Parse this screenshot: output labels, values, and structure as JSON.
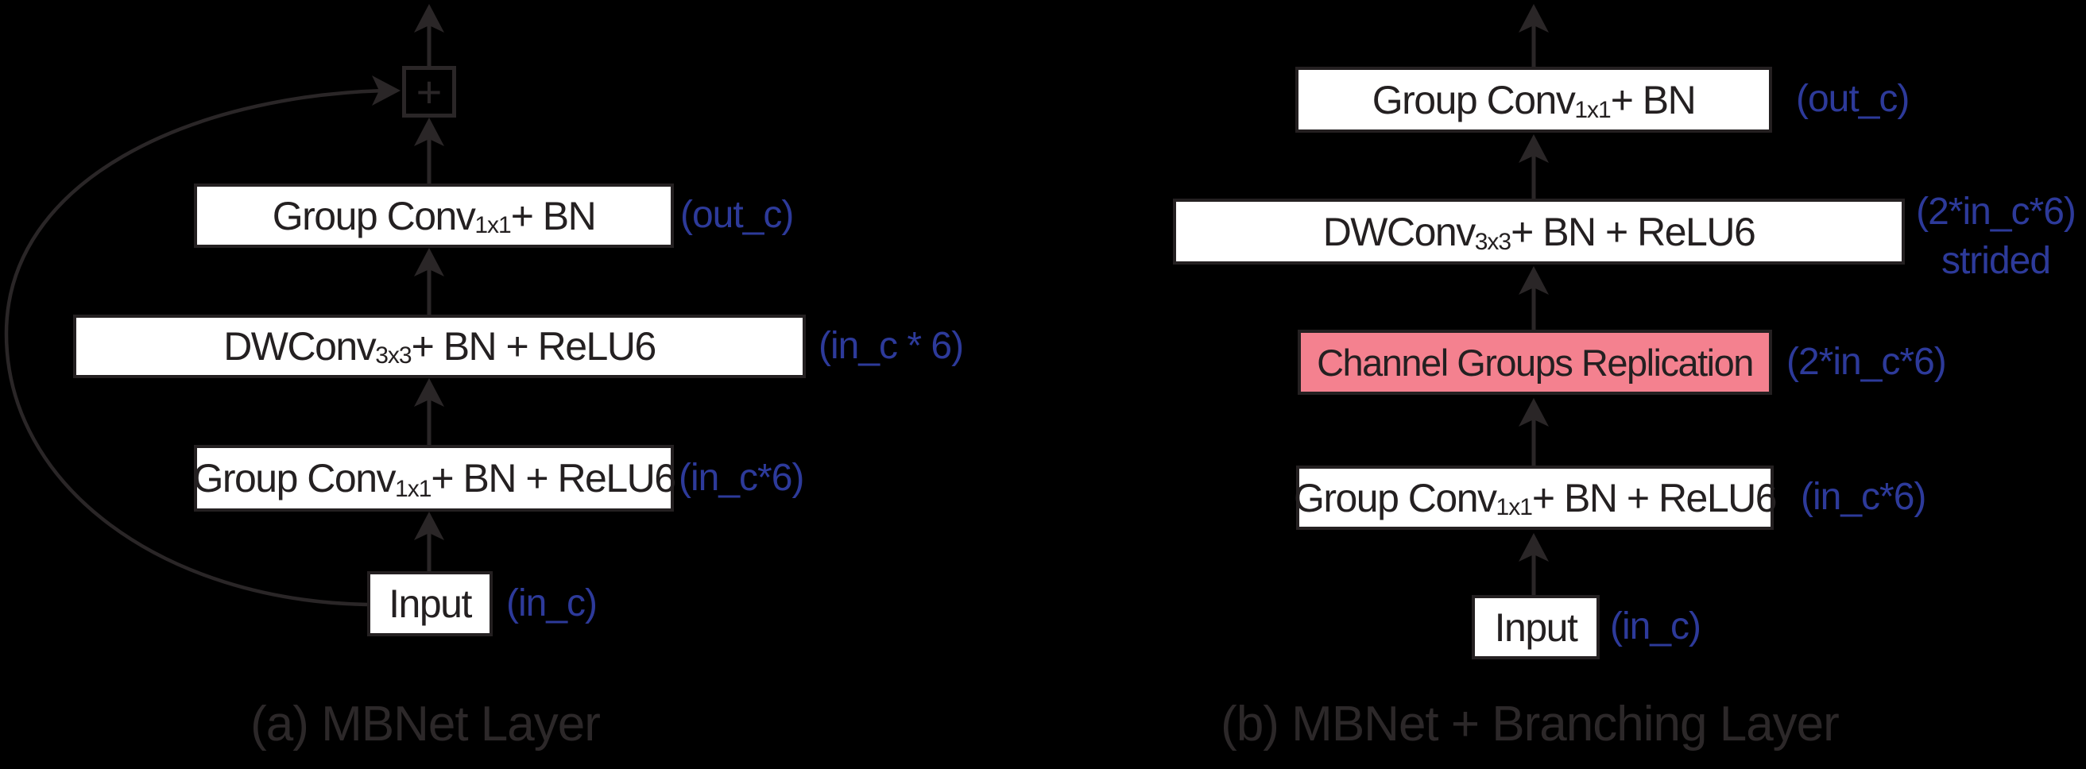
{
  "colors": {
    "background": "#000000",
    "box_fill": "#ffffff",
    "box_border": "#242021",
    "box_text": "#242021",
    "pink_fill": "#F4818F",
    "annotation_blue": "#2D3A9A",
    "line_color": "#2A2627",
    "caption_color": "#2C2829"
  },
  "panel_a": {
    "caption": "(a) MBNet Layer",
    "plus_symbol": "+",
    "blocks": {
      "group_conv_bn": {
        "pre": "Group Conv",
        "sub": "1x1",
        "post": " + BN"
      },
      "dwconv": {
        "pre": "DWConv",
        "sub": "3x3",
        "post": " + BN + ReLU6"
      },
      "group_conv_bn_relu": {
        "pre": "Group Conv",
        "sub": "1x1",
        "post": " + BN + ReLU6"
      },
      "input": {
        "pre": "Input"
      }
    },
    "annotations": {
      "out_c": "(out_c)",
      "dwconv_width": "(in_c * 6)",
      "expand_width": "(in_c*6)",
      "input_width": "(in_c)"
    }
  },
  "panel_b": {
    "caption": "(b) MBNet + Branching Layer",
    "blocks": {
      "group_conv_bn": {
        "pre": "Group Conv",
        "sub": "1x1",
        "post": " + BN"
      },
      "dwconv": {
        "pre": "DWConv",
        "sub": "3x3",
        "post": " + BN + ReLU6"
      },
      "replication": {
        "pre": "Channel Groups Replication"
      },
      "group_conv_bn_relu": {
        "pre": "Group Conv",
        "sub": "1x1",
        "post": " + BN + ReLU6"
      },
      "input": {
        "pre": "Input"
      }
    },
    "annotations": {
      "out_c": "(out_c)",
      "dwconv_width": "(2*in_c*6)",
      "dwconv_note": "strided",
      "replication_width": "(2*in_c*6)",
      "expand_width": "(in_c*6)",
      "input_width": "(in_c)"
    }
  }
}
